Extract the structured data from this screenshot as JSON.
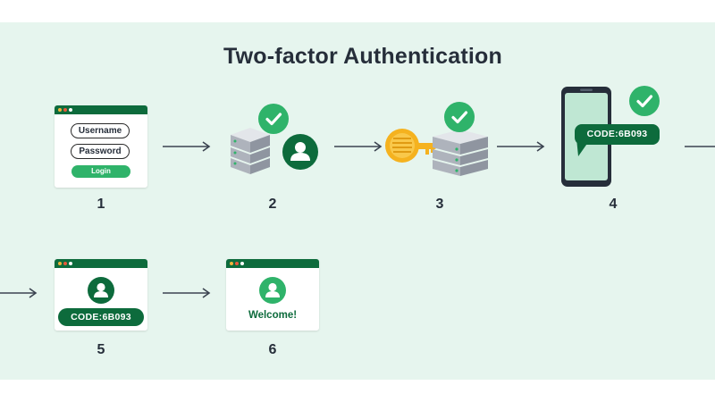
{
  "title": "Two-factor Authentication",
  "steps": [
    {
      "number": "1",
      "username_label": "Username",
      "password_label": "Password",
      "login_label": "Login"
    },
    {
      "number": "2"
    },
    {
      "number": "3"
    },
    {
      "number": "4",
      "code": "CODE:6B093"
    },
    {
      "number": "5",
      "code": "CODE:6B093"
    },
    {
      "number": "6",
      "welcome": "Welcome!"
    }
  ],
  "colors": {
    "background": "#e6f5ee",
    "dark_green": "#0d6b3c",
    "bright_green": "#2fb36a",
    "text": "#262e3a",
    "arrow": "#3b4350",
    "server": "#c8ccd4",
    "gold": "#f5b21f"
  },
  "icons": [
    "check-circle-icon",
    "user-icon",
    "server-icon",
    "key-icon",
    "smartphone-icon",
    "arrow-right-icon"
  ]
}
